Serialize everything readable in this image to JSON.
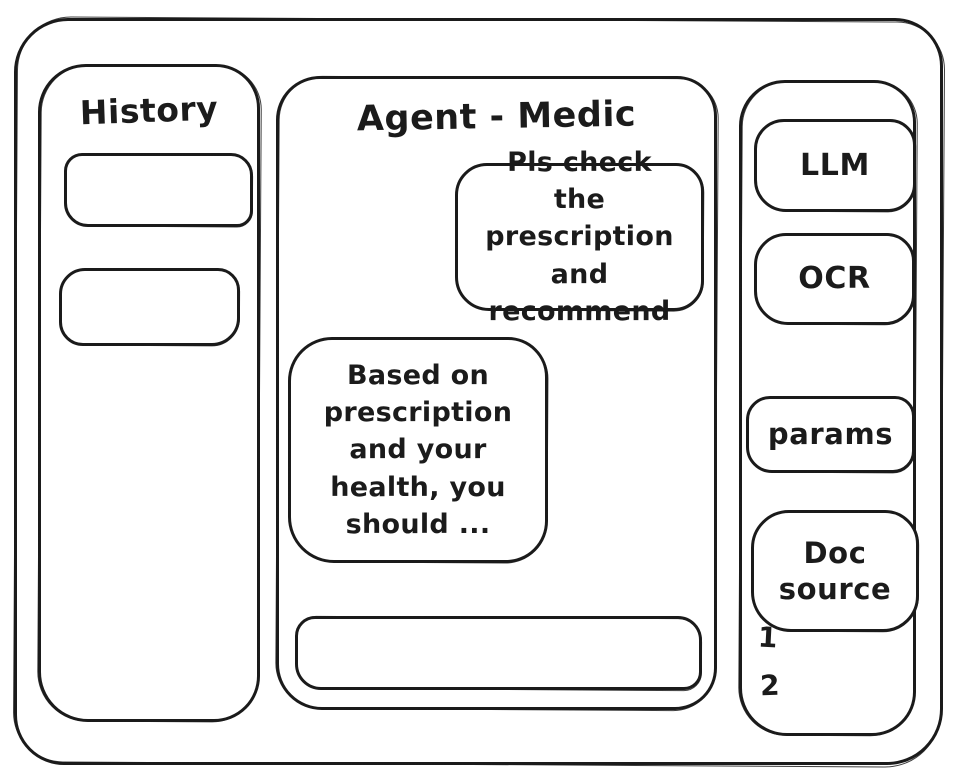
{
  "colors": {
    "ink": "#1b1b1b",
    "background": "#ffffff"
  },
  "history_panel": {
    "title": "History",
    "items": [
      {
        "label": ""
      },
      {
        "label": ""
      }
    ]
  },
  "chat_panel": {
    "title": "Agent - Medic",
    "messages": [
      {
        "role": "user",
        "text": "Pls check the prescription and recommend"
      },
      {
        "role": "assistant",
        "text": "Based on prescription and your health, you should ..."
      }
    ],
    "input": {
      "value": "",
      "placeholder": ""
    }
  },
  "tools_panel": {
    "buttons": [
      {
        "id": "llm",
        "label": "LLM"
      },
      {
        "id": "ocr",
        "label": "OCR"
      },
      {
        "id": "params",
        "label": "params"
      },
      {
        "id": "doc-source",
        "label": "Doc source"
      }
    ],
    "doc_sources": [
      {
        "label": "1"
      },
      {
        "label": "2"
      }
    ]
  }
}
